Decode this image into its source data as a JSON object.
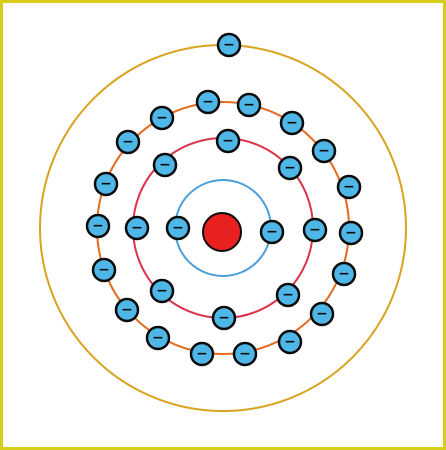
{
  "colors": {
    "frame": "#d8cd1a",
    "nucleus": "#e8201f",
    "electron_fill": "#4fb7e8",
    "electron_stroke": "#0a0a0a",
    "shell_1": "#4a9fd8",
    "shell_2": "#d9344a",
    "shell_3": "#e36a1e",
    "shell_4": "#d9a320"
  },
  "electron_sign": "−",
  "shells": [
    {
      "name": "shell-1",
      "electrons": 2
    },
    {
      "name": "shell-2",
      "electrons": 8
    },
    {
      "name": "shell-3",
      "electrons": 18
    },
    {
      "name": "shell-4",
      "electrons": 1
    }
  ]
}
